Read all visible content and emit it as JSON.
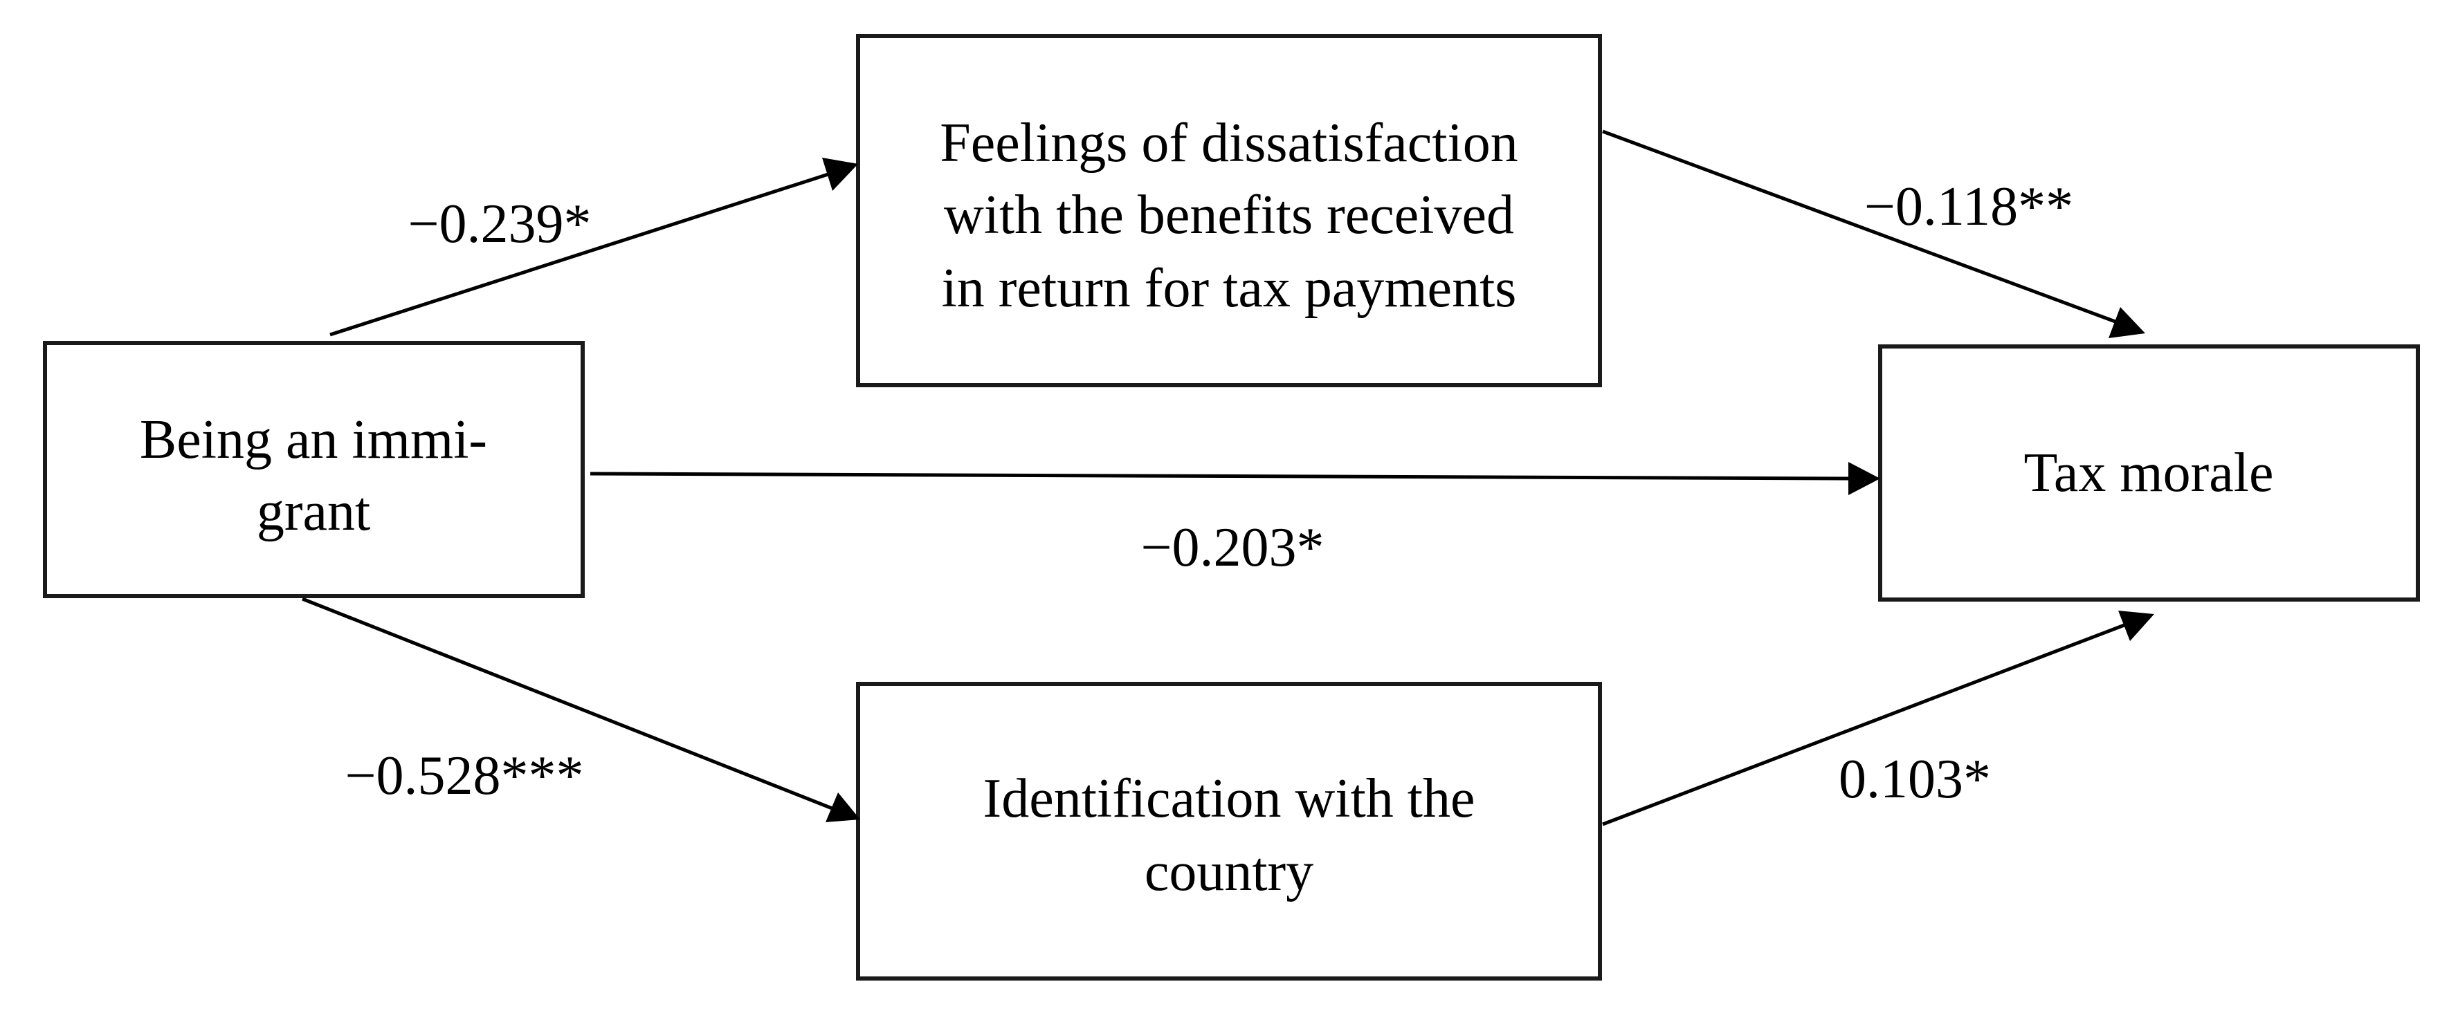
{
  "diagram": {
    "type": "mediation path model",
    "nodes": {
      "immigrant": {
        "lines": [
          "Being an immi-",
          "grant"
        ]
      },
      "dissatisfaction": {
        "lines": [
          "Feelings of dissatisfaction",
          "with the benefits received",
          "in return for tax payments"
        ]
      },
      "identification": {
        "lines": [
          "Identification with the",
          "country"
        ]
      },
      "tax_morale": {
        "lines": [
          "Tax morale"
        ]
      }
    },
    "edges": [
      {
        "from": "Being an immigrant",
        "to": "Feelings of dissatisfaction with the benefits received in return for tax payments",
        "label": "−0.239*"
      },
      {
        "from": "Feelings of dissatisfaction with the benefits received in return for tax payments",
        "to": "Tax morale",
        "label": "−0.118**"
      },
      {
        "from": "Being an immigrant",
        "to": "Tax morale",
        "label": "−0.203*"
      },
      {
        "from": "Being an immigrant",
        "to": "Identification with the country",
        "label": "−0.528***"
      },
      {
        "from": "Identification with the country",
        "to": "Tax morale",
        "label": "0.103*"
      }
    ]
  }
}
